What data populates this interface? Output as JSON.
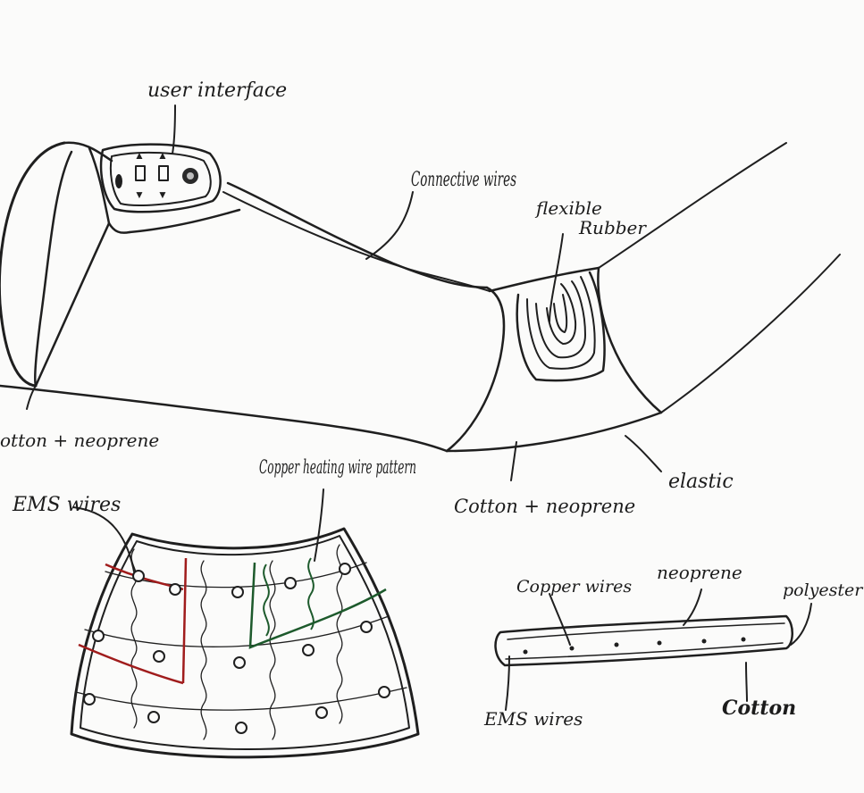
{
  "labels": {
    "user_interface": "user interface",
    "connective_wires": "Connective wires",
    "flexible_rubber_top": "flexible",
    "flexible_rubber_bottom": "Rubber",
    "cotton_neoprene_left": "otton + neoprene",
    "cotton_neoprene_main": "Cotton + neoprene",
    "elastic": "elastic",
    "copper_heating": "Copper heating wire pattern",
    "ems_wires_top": "EMS wires",
    "copper_wires": "Copper wires",
    "neoprene": "neoprene",
    "polyester": "polyester",
    "cotton": "Cotton",
    "ems_wires_bottom": "EMS wires"
  },
  "colors": {
    "ink": "#1f1f1f",
    "copper_wire_red": "#a01c1c",
    "heating_wire_green": "#1d5a2c"
  },
  "icons": [
    "up-arrow-icon",
    "down-arrow-icon",
    "power-button-icon"
  ]
}
